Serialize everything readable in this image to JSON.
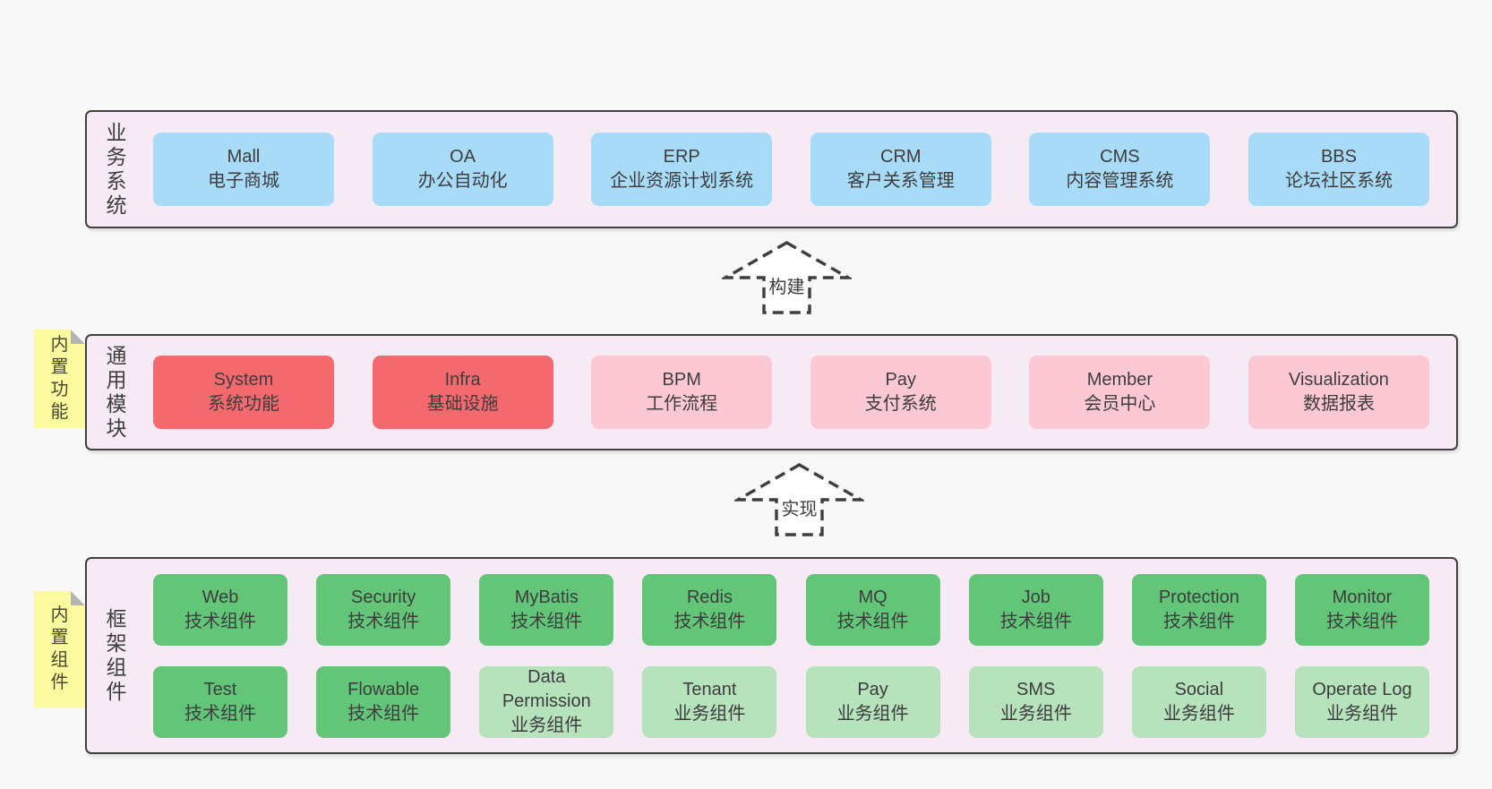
{
  "colors": {
    "page_bg": "#f8f8f8",
    "section_bg": "#f6ebf4",
    "section_border": "#404040",
    "business_box": "#a8dbf7",
    "core_module_box": "#f4696e",
    "optional_module_box": "#fbc8d3",
    "tech_component_box": "#62c578",
    "biz_component_box": "#b6e2bc",
    "sticky_note": "#fbfa9e"
  },
  "arrows": {
    "build": "构建",
    "implement": "实现"
  },
  "sections": {
    "business": {
      "label": "业务系统",
      "boxes": [
        {
          "en": "Mall",
          "zh": "电子商城"
        },
        {
          "en": "OA",
          "zh": "办公自动化"
        },
        {
          "en": "ERP",
          "zh": "企业资源计划系统"
        },
        {
          "en": "CRM",
          "zh": "客户关系管理"
        },
        {
          "en": "CMS",
          "zh": "内容管理系统"
        },
        {
          "en": "BBS",
          "zh": "论坛社区系统"
        }
      ]
    },
    "modules": {
      "label": "通用模块",
      "tag": "内置功能",
      "boxes": [
        {
          "en": "System",
          "zh": "系统功能"
        },
        {
          "en": "Infra",
          "zh": "基础设施"
        },
        {
          "en": "BPM",
          "zh": "工作流程"
        },
        {
          "en": "Pay",
          "zh": "支付系统"
        },
        {
          "en": "Member",
          "zh": "会员中心"
        },
        {
          "en": "Visualization",
          "zh": "数据报表"
        }
      ]
    },
    "framework": {
      "label": "框架组件",
      "tag": "内置组件",
      "row1": [
        {
          "en": "Web",
          "zh": "技术组件"
        },
        {
          "en": "Security",
          "zh": "技术组件"
        },
        {
          "en": "MyBatis",
          "zh": "技术组件"
        },
        {
          "en": "Redis",
          "zh": "技术组件"
        },
        {
          "en": "MQ",
          "zh": "技术组件"
        },
        {
          "en": "Job",
          "zh": "技术组件"
        },
        {
          "en": "Protection",
          "zh": "技术组件"
        },
        {
          "en": "Monitor",
          "zh": "技术组件"
        }
      ],
      "row2": [
        {
          "en": "Test",
          "zh": "技术组件"
        },
        {
          "en": "Flowable",
          "zh": "技术组件"
        },
        {
          "en": "Data Permission",
          "zh": "业务组件"
        },
        {
          "en": "Tenant",
          "zh": "业务组件"
        },
        {
          "en": "Pay",
          "zh": "业务组件"
        },
        {
          "en": "SMS",
          "zh": "业务组件"
        },
        {
          "en": "Social",
          "zh": "业务组件"
        },
        {
          "en": "Operate Log",
          "zh": "业务组件"
        }
      ]
    }
  }
}
